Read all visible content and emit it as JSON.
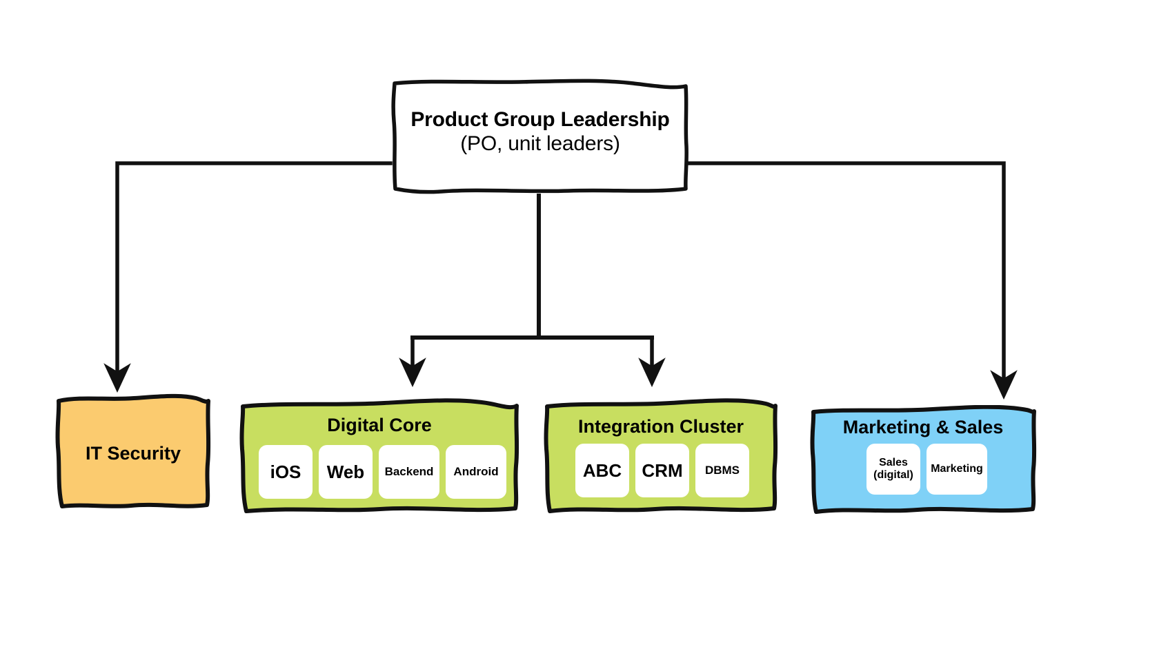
{
  "diagram": {
    "type": "org-chart",
    "background": "#ffffff",
    "stroke_color": "#111111",
    "root": {
      "id": "product-group-leadership",
      "title_strong": "Product Group Leadership",
      "title_light": " (PO, unit leaders)",
      "fill": "#ffffff"
    },
    "units": [
      {
        "id": "it-security",
        "title": "IT Security",
        "fill": "#FBCB6F",
        "chips": []
      },
      {
        "id": "digital-core",
        "title": "Digital Core",
        "fill": "#C8DE60",
        "chips": [
          "iOS",
          "Web",
          "Backend",
          "Android"
        ]
      },
      {
        "id": "integration-cluster",
        "title": "Integration Cluster",
        "fill": "#C8DE60",
        "chips": [
          "ABC",
          "CRM",
          "DBMS"
        ]
      },
      {
        "id": "marketing-and-sales",
        "title": "Marketing & Sales",
        "fill": "#7FD1F7",
        "chips": [
          "Sales (digital)",
          "Marketing"
        ]
      }
    ],
    "connectors": [
      {
        "id": "root-to-it-security",
        "style": "elbow-left",
        "arrow": true
      },
      {
        "id": "root-to-digital-core",
        "style": "elbow-center-left",
        "arrow": true
      },
      {
        "id": "root-to-integration-cluster",
        "style": "elbow-center-right",
        "arrow": true
      },
      {
        "id": "root-to-marketing-and-sales",
        "style": "elbow-right",
        "arrow": true
      }
    ]
  }
}
